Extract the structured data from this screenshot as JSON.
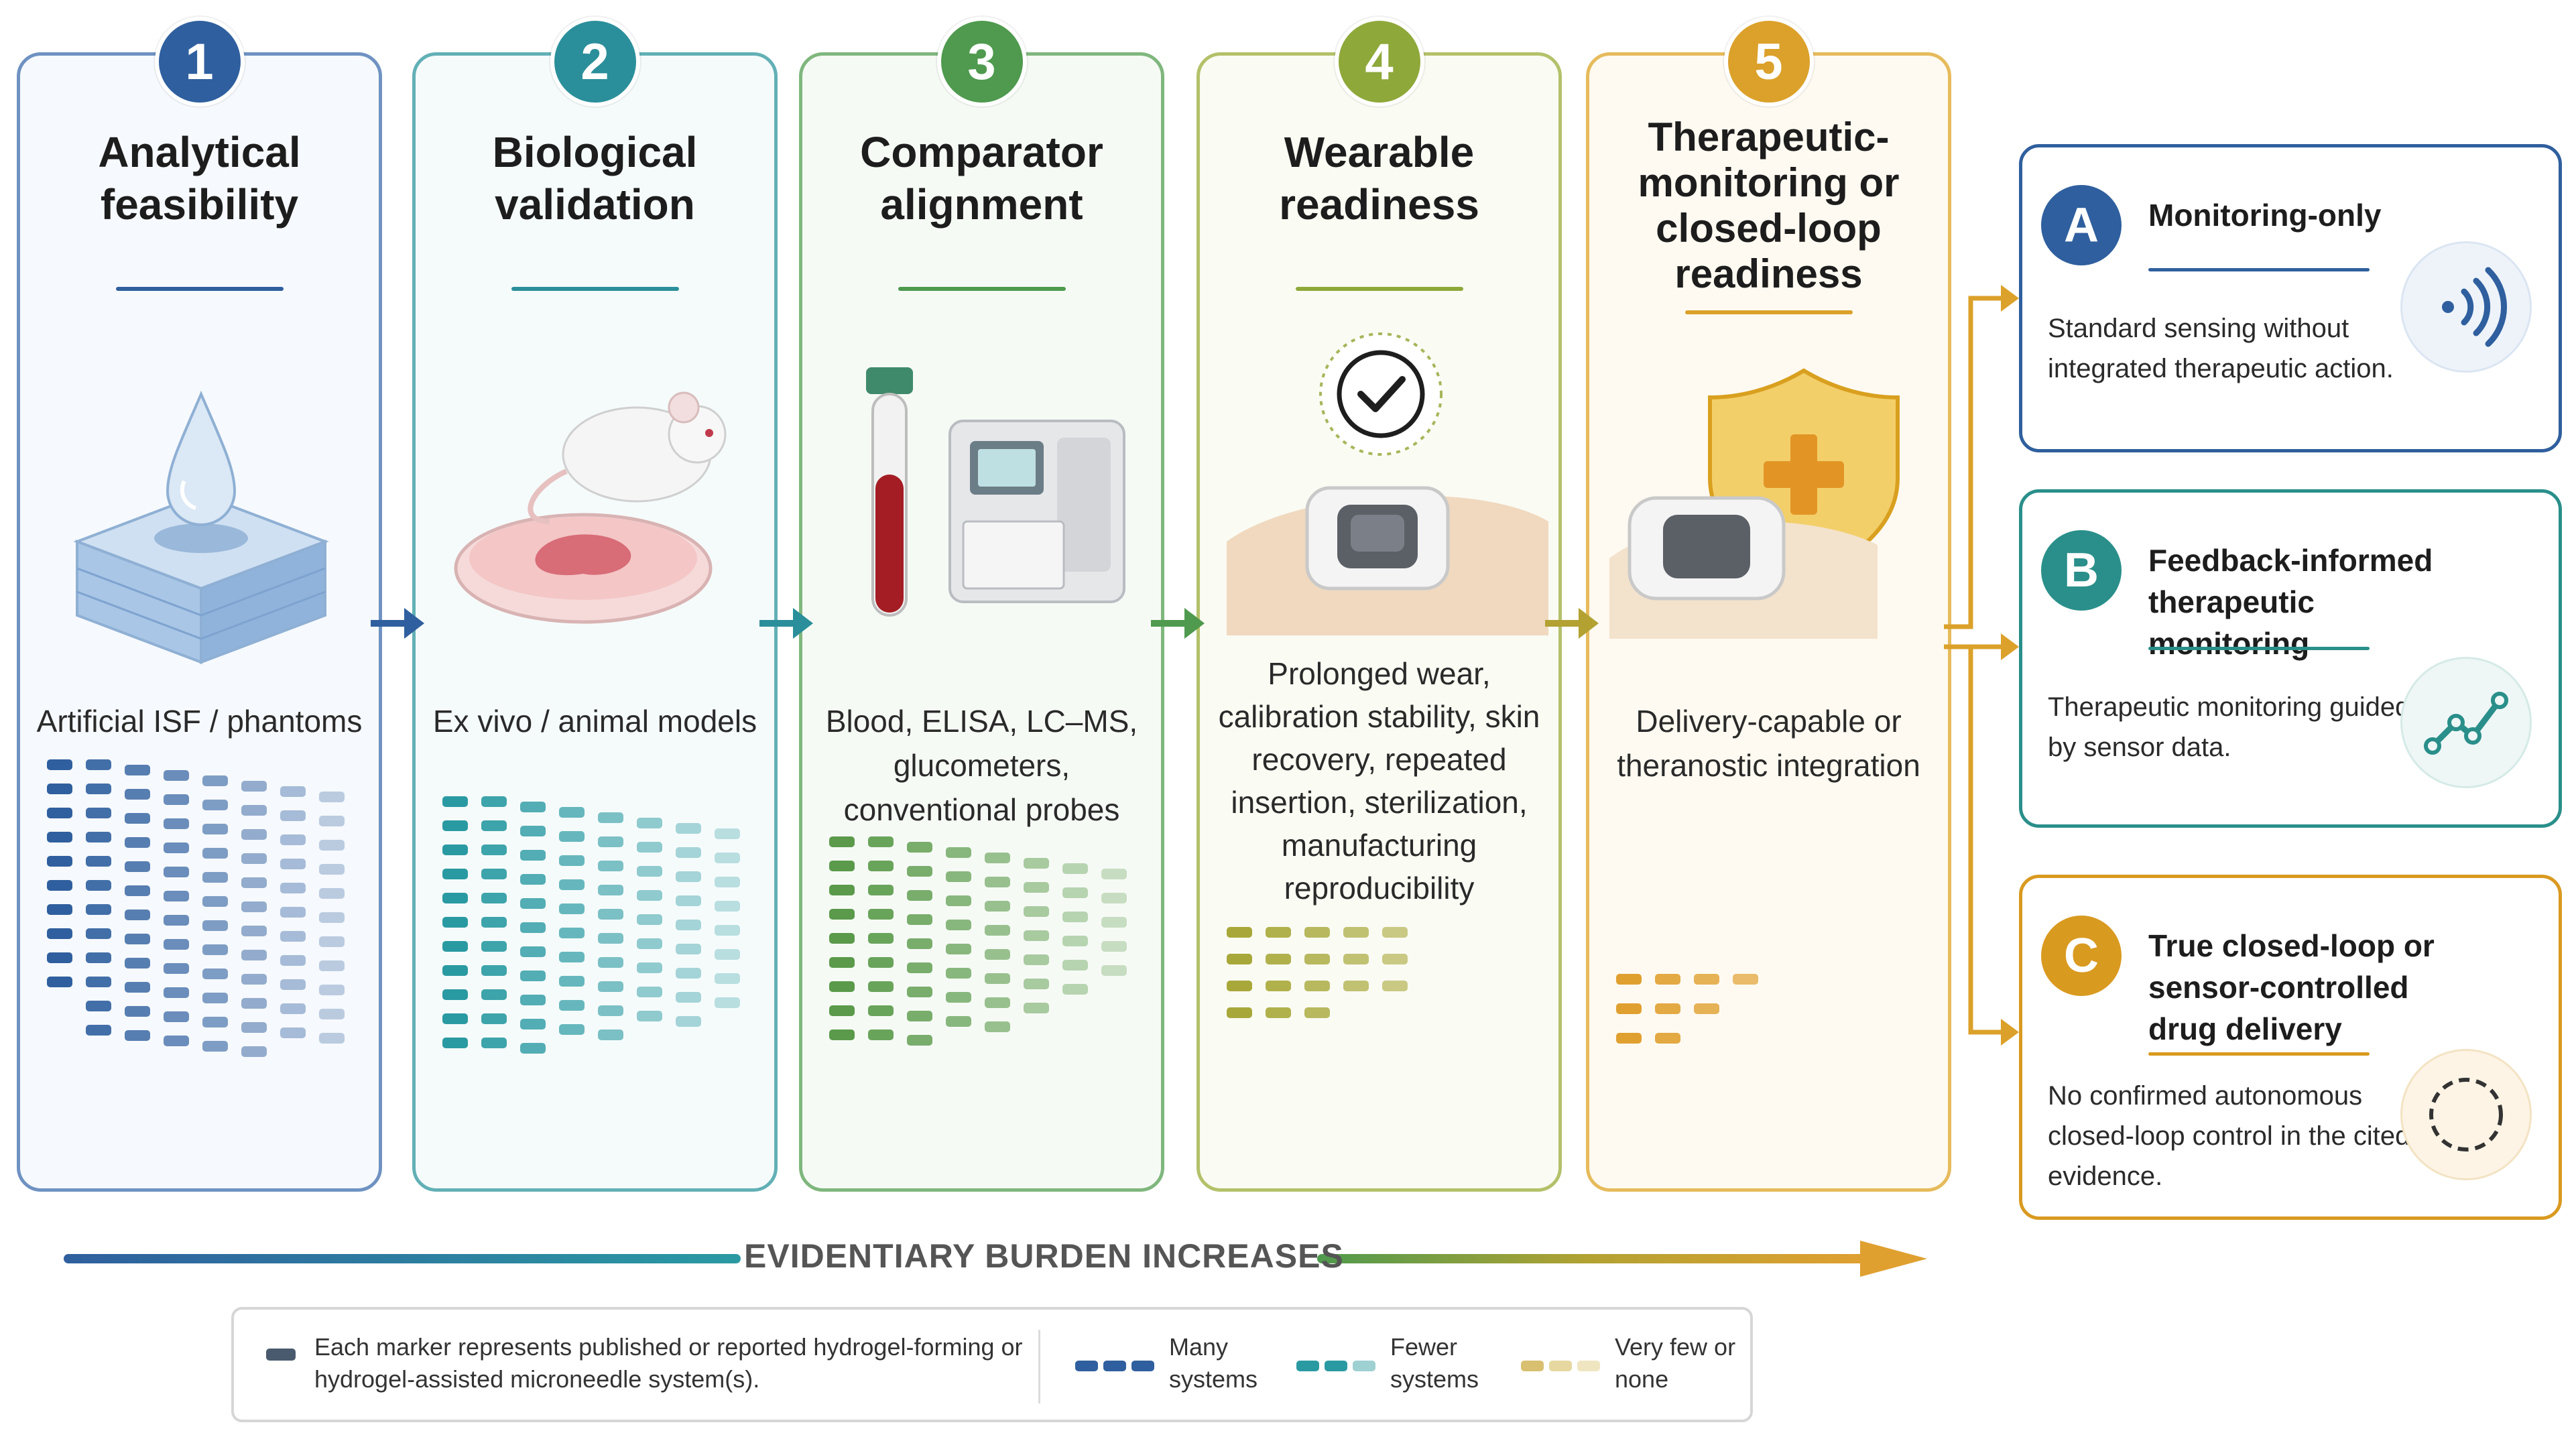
{
  "stages": [
    {
      "number": "1",
      "title": "Analytical feasibility",
      "description": "Artificial ISF / phantoms",
      "color": "#2f5f9e",
      "marker_color": "#2f5f9e"
    },
    {
      "number": "2",
      "title": "Biological validation",
      "description": "Ex vivo / animal models",
      "color": "#2a8f9a",
      "marker_color": "#2a9aa2"
    },
    {
      "number": "3",
      "title": "Comparator alignment",
      "description": "Blood, ELISA, LC–MS, glucometers, conventional probes",
      "color": "#4f9a4e",
      "marker_color": "#5a9a4a"
    },
    {
      "number": "4",
      "title": "Wearable readiness",
      "description": "Prolonged wear, calibration stability, skin recovery, repeated insertion, sterilization, manufacturing reproducibility",
      "color": "#8ea83a",
      "marker_color": "#a8a83a"
    },
    {
      "number": "5",
      "title": "Therapeutic-monitoring or closed-loop readiness",
      "description": "Delivery-capable or theranostic integration",
      "color": "#dba12a",
      "marker_color": "#e0a030"
    }
  ],
  "outcomes": [
    {
      "letter": "A",
      "title": "Monitoring-only",
      "description": "Standard sensing without integrated therapeutic action.",
      "color": "#2f5f9e",
      "icon": "wireless-signal-icon"
    },
    {
      "letter": "B",
      "title": "Feedback-informed therapeutic monitoring",
      "description": "Therapeutic monitoring guided by sensor data.",
      "color": "#2a8f8a",
      "icon": "trend-line-icon"
    },
    {
      "letter": "C",
      "title": "True closed-loop or sensor-controlled drug delivery",
      "description": "No confirmed autonomous closed-loop control in the cited evidence.",
      "color": "#d99a20",
      "icon": "dashed-circle-icon"
    }
  ],
  "footer": {
    "label": "EVIDENTIARY BURDEN INCREASES"
  },
  "legend": {
    "marker_description": "Each marker represents published or reported hydrogel-forming or hydrogel-assisted microneedle system(s).",
    "many": "Many systems",
    "fewer": "Fewer systems",
    "very_few": "Very few or none"
  }
}
